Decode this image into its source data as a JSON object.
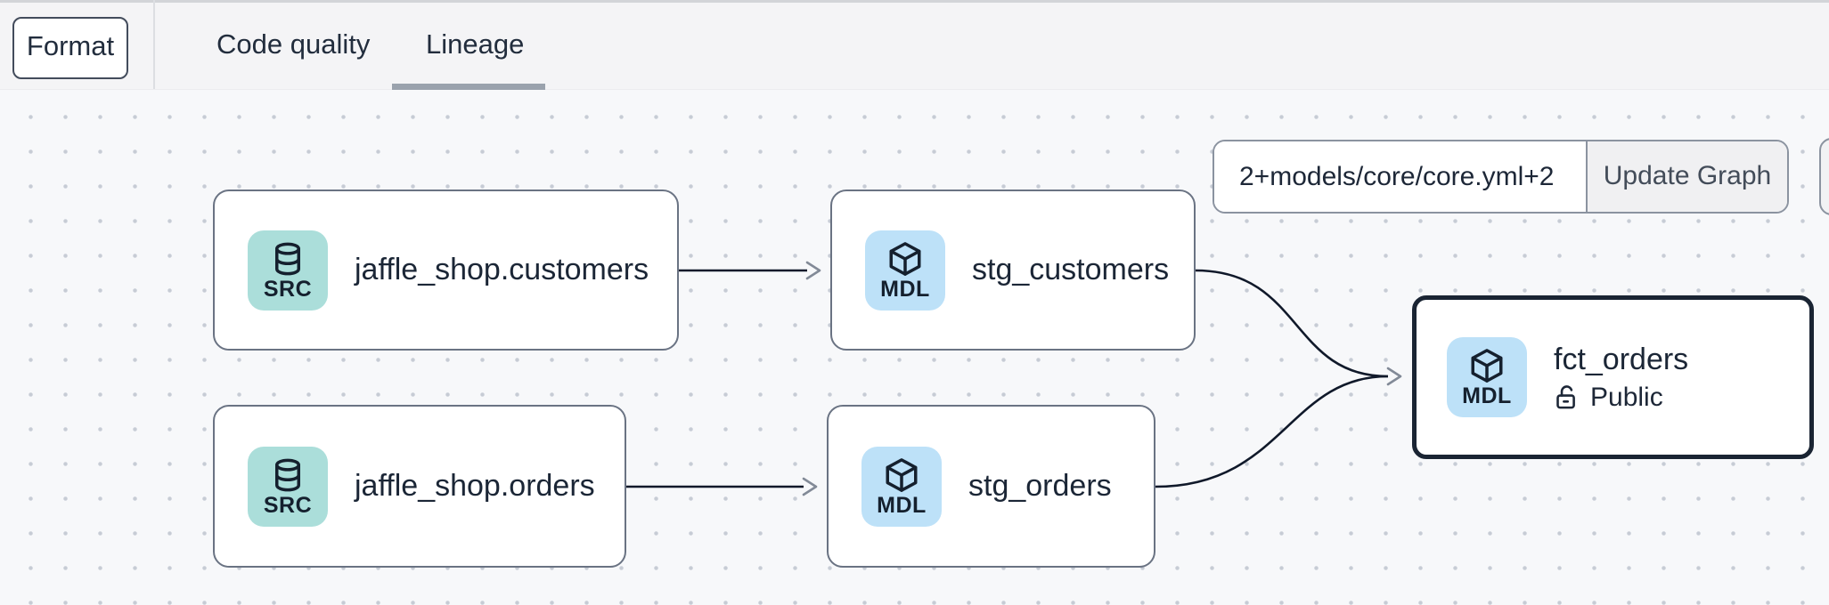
{
  "topbar": {
    "format_label": "Format",
    "tabs": [
      {
        "label": "Code quality",
        "active": false
      },
      {
        "label": "Lineage",
        "active": true
      }
    ]
  },
  "toolbar": {
    "selector_value": "2+models/core/core.yml+2",
    "update_button_label": "Update Graph"
  },
  "graph": {
    "nodes": [
      {
        "type": "source",
        "badge": "SRC",
        "label": "jaffle_shop.customers"
      },
      {
        "type": "model",
        "badge": "MDL",
        "label": "stg_customers"
      },
      {
        "type": "source",
        "badge": "SRC",
        "label": "jaffle_shop.orders"
      },
      {
        "type": "model",
        "badge": "MDL",
        "label": "stg_orders"
      },
      {
        "type": "model",
        "badge": "MDL",
        "label": "fct_orders",
        "access_label": "Public",
        "selected": true
      }
    ],
    "edges": [
      {
        "from": "jaffle_shop.customers",
        "to": "stg_customers"
      },
      {
        "from": "jaffle_shop.orders",
        "to": "stg_orders"
      },
      {
        "from": "stg_customers",
        "to": "fct_orders"
      },
      {
        "from": "stg_orders",
        "to": "fct_orders"
      }
    ],
    "icons": {
      "source_badge": "database-icon",
      "model_badge": "cube-icon",
      "access": "unlock-icon"
    }
  },
  "colors": {
    "topbar_bg": "#f4f4f6",
    "canvas_bg": "#f7f8fa",
    "node_border": "#6a7383",
    "selected_node_border": "#1a2433",
    "src_badge_bg": "#abdeda",
    "mdl_badge_bg": "#bde1f8",
    "edge_line": "#10192a",
    "arrowhead": "#828a97",
    "text": "#1d2737",
    "tab_underline": "#9aa2ad"
  }
}
